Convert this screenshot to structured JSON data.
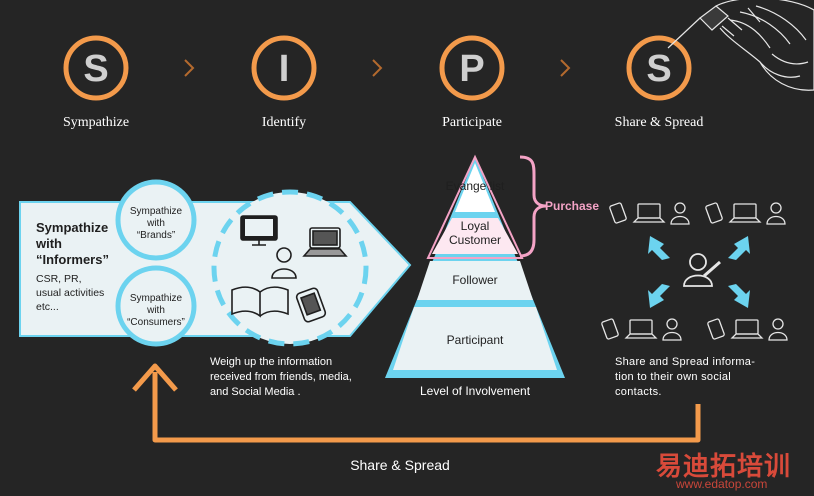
{
  "stages": [
    {
      "letter": "S",
      "label": "Sympathize"
    },
    {
      "letter": "I",
      "label": "Identify"
    },
    {
      "letter": "P",
      "label": "Participate"
    },
    {
      "letter": "S",
      "label": "Share & Spread"
    }
  ],
  "sympathize_box": {
    "title_line1": "Sympathize",
    "title_line2": "with",
    "title_line3": "“Informers”",
    "sub_line1": "CSR, PR,",
    "sub_line2": "usual activities",
    "sub_line3": "etc..."
  },
  "brands_circle": {
    "line1": "Sympathize",
    "line2": "with",
    "line3": "“Brands”"
  },
  "consumers_circle": {
    "line1": "Sympathize",
    "line2": "with",
    "line3": "“Consumers”"
  },
  "weigh_text": {
    "line1": "Weigh up the information",
    "line2": "received from friends, media,",
    "line3": "and Social Media ."
  },
  "pyramid": {
    "levels": {
      "evangelist": "Evange list",
      "loyal_line1": "Loyal",
      "loyal_line2": "Customer",
      "follower": "Follower",
      "participant": "Participant"
    },
    "caption": "Level of Involvement",
    "purchase": "Purchase"
  },
  "share_text": {
    "line1": "Share and Spread informa-",
    "line2": "tion to their own social",
    "line3": "contacts."
  },
  "bottom_label": "Share & Spread",
  "watermark": {
    "line1": "易迪拓培训",
    "line2": "www.edatop.com"
  },
  "colors": {
    "orange": "#f39a4b",
    "cyan": "#6cd3ef",
    "pink": "#f4a3c6",
    "panel": "#eaf2f4",
    "background": "#252525"
  }
}
